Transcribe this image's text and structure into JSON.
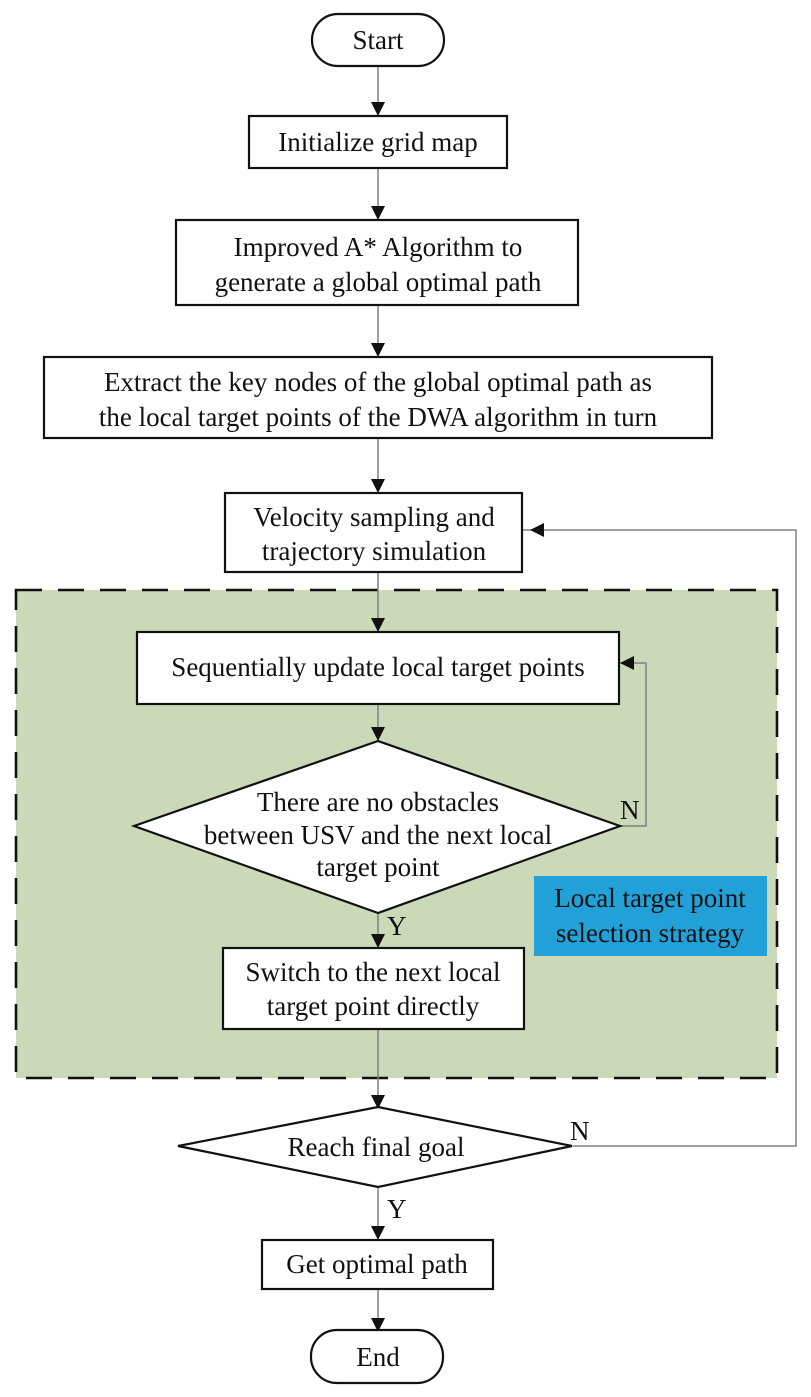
{
  "diagram": {
    "type": "flowchart",
    "colors": {
      "group_fill": "#cbd9b8",
      "group_border": "#111111",
      "legend_fill": "#22a0d8",
      "shape_fill": "#ffffff",
      "connector": "#808080"
    },
    "nodes": {
      "start": {
        "shape": "terminal",
        "lines": [
          "Start"
        ]
      },
      "init": {
        "shape": "process",
        "lines": [
          "Initialize grid map"
        ]
      },
      "astar": {
        "shape": "process",
        "lines": [
          "Improved A* Algorithm to",
          "generate a global optimal path"
        ]
      },
      "extract": {
        "shape": "process",
        "lines": [
          "Extract the key nodes of the global optimal path as",
          "the local target points of the DWA algorithm in turn"
        ]
      },
      "velocity": {
        "shape": "process",
        "lines": [
          "Velocity sampling and",
          "trajectory simulation"
        ]
      },
      "update": {
        "shape": "process",
        "lines": [
          "Sequentially update local target points"
        ]
      },
      "obstacle": {
        "shape": "decision",
        "lines": [
          "There are no obstacles",
          "between USV and the next local",
          "target point"
        ]
      },
      "switch": {
        "shape": "process",
        "lines": [
          "Switch to the next local",
          "target point directly"
        ]
      },
      "goal": {
        "shape": "decision",
        "lines": [
          "Reach final goal"
        ]
      },
      "getpath": {
        "shape": "process",
        "lines": [
          "Get optimal path"
        ]
      },
      "end": {
        "shape": "terminal",
        "lines": [
          "End"
        ]
      }
    },
    "group": {
      "label_lines": [
        "Local target point",
        "selection strategy"
      ]
    },
    "edges": [
      {
        "from": "start",
        "to": "init"
      },
      {
        "from": "init",
        "to": "astar"
      },
      {
        "from": "astar",
        "to": "extract"
      },
      {
        "from": "extract",
        "to": "velocity"
      },
      {
        "from": "velocity",
        "to": "update"
      },
      {
        "from": "update",
        "to": "obstacle"
      },
      {
        "from": "obstacle",
        "to": "switch",
        "label": "Y"
      },
      {
        "from": "obstacle",
        "to": "update",
        "label": "N"
      },
      {
        "from": "switch",
        "to": "goal"
      },
      {
        "from": "goal",
        "to": "getpath",
        "label": "Y"
      },
      {
        "from": "goal",
        "to": "velocity",
        "label": "N"
      },
      {
        "from": "getpath",
        "to": "end"
      }
    ],
    "edge_labels": {
      "obstacle_yes": "Y",
      "obstacle_no": "N",
      "goal_yes": "Y",
      "goal_no": "N"
    }
  }
}
